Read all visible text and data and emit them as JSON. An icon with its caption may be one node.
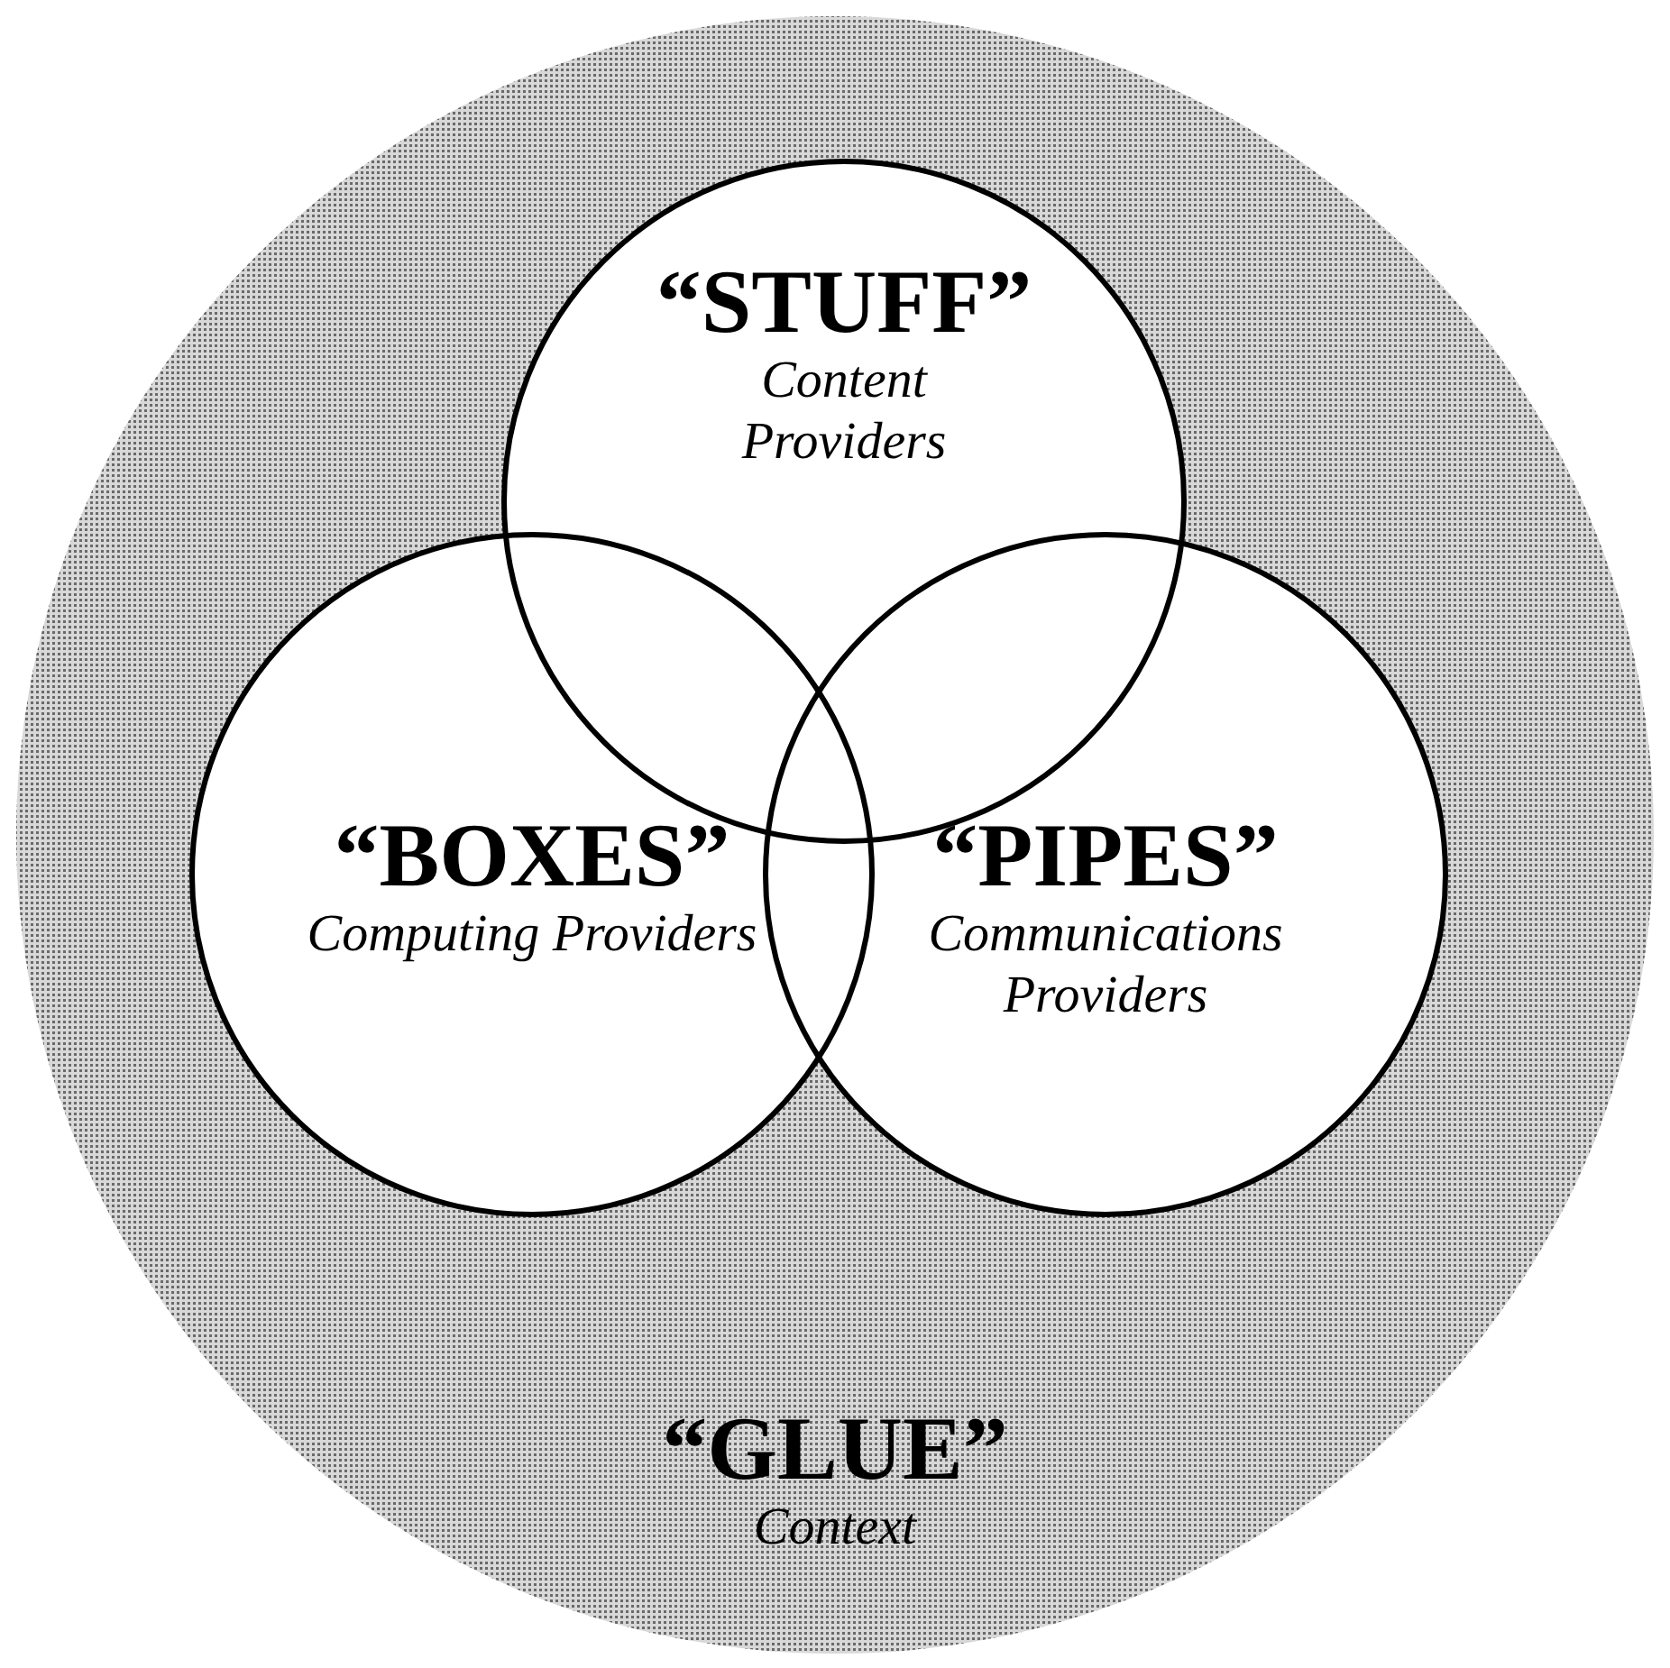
{
  "diagram": {
    "nodes": [
      {
        "text": [
          "“GLUE”",
          "Context"
        ]
      },
      {
        "text": [
          "“STUFF”",
          "Content Providers"
        ],
        "in": 0
      },
      {
        "text": [
          "“BOXES”",
          "Computing Providers"
        ],
        "in": 0
      },
      {
        "text": [
          "“PIPES”",
          "Communications Providers"
        ],
        "in": 0
      }
    ]
  }
}
